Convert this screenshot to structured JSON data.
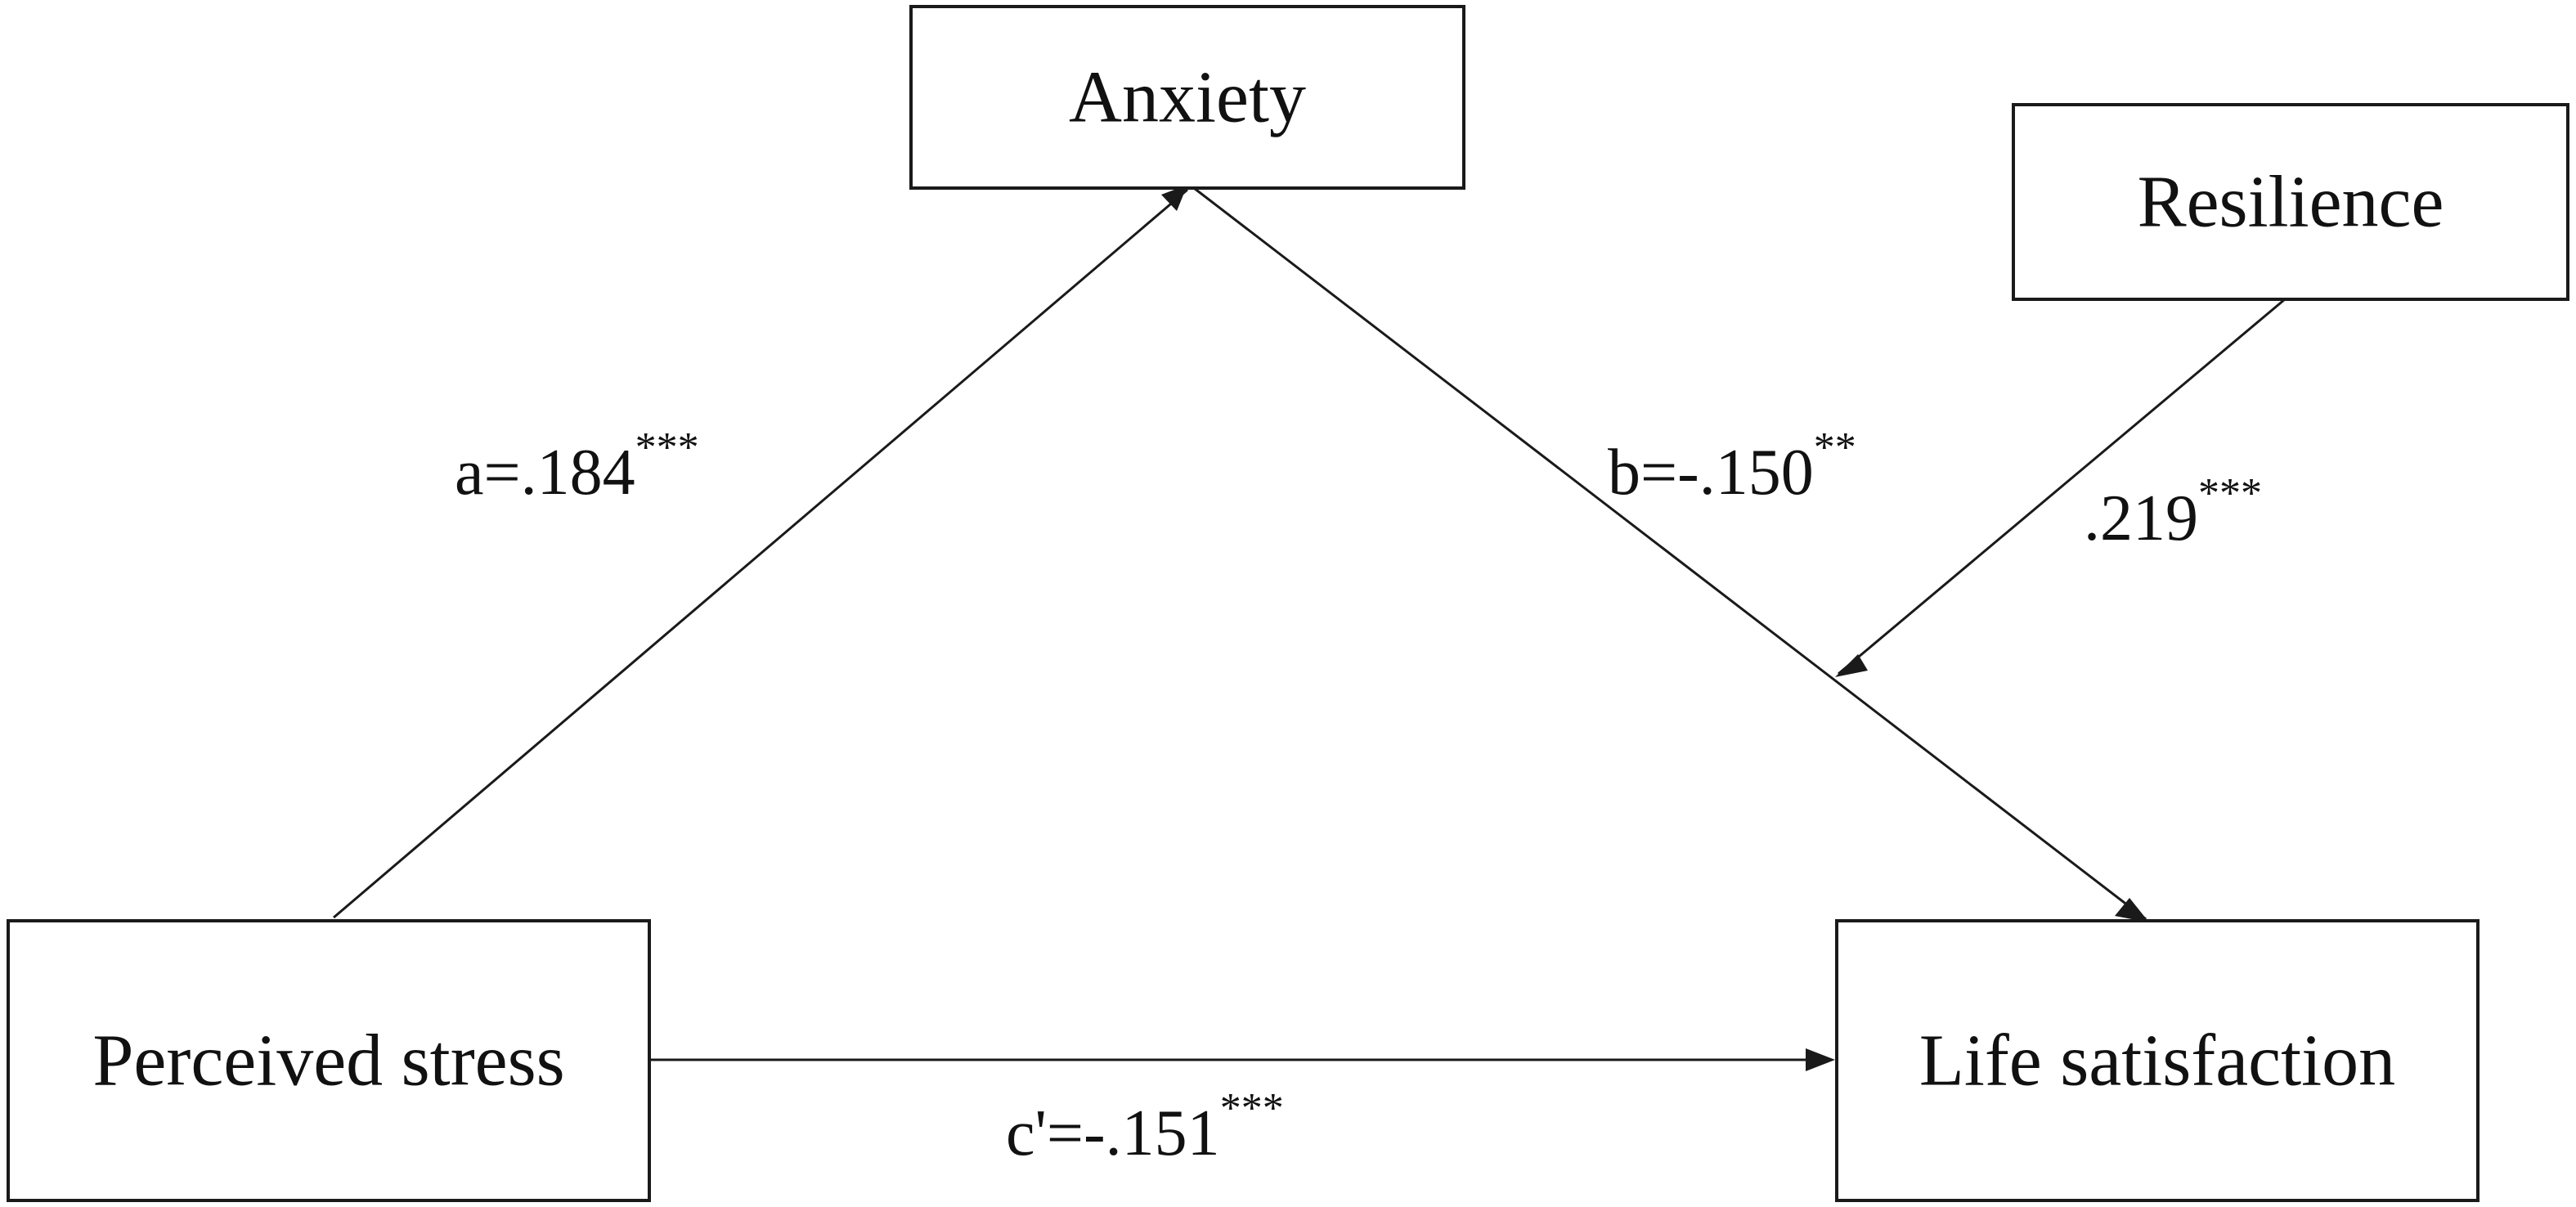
{
  "nodes": {
    "anxiety": "Anxiety",
    "resilience": "Resilience",
    "perceived_stress": "Perceived stress",
    "life_satisfaction": "Life satisfaction"
  },
  "paths": {
    "a": {
      "value": "a=.184",
      "sig": "***"
    },
    "b": {
      "value": "b=-.150",
      "sig": "**"
    },
    "moderation": {
      "value": ".219",
      "sig": "***"
    },
    "c_prime": {
      "value": "c'=-.151",
      "sig": "***"
    }
  },
  "colors": {
    "line": "#1a1a1a",
    "text": "#111111",
    "background": "#ffffff"
  }
}
